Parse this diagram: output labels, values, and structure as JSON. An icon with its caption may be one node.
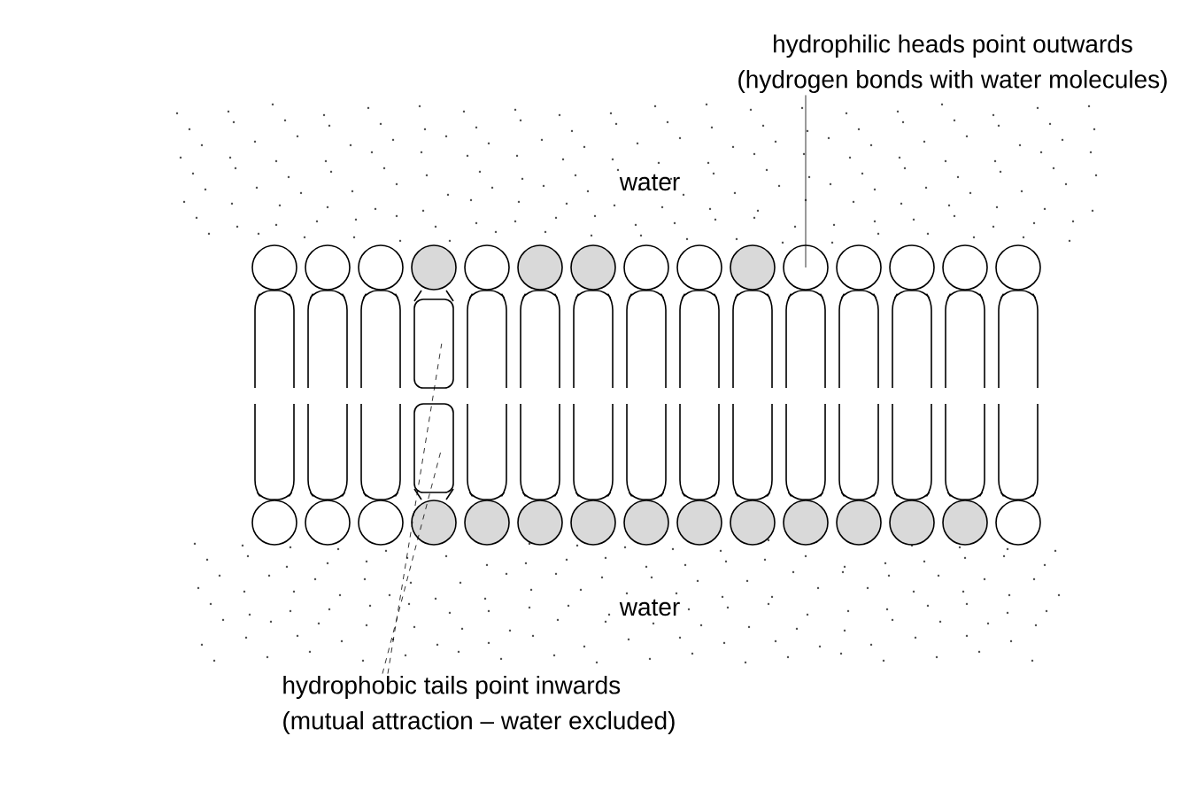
{
  "diagram": {
    "nodes": [
      {
        "text": [
          "hydrophilic heads point outwards",
          "(hydrogen bonds with water molecules)"
        ]
      },
      {
        "text": [],
        "shape": "circle"
      },
      {
        "text": [
          "hydrophobic tails point inwards",
          "(mutual attraction – water excluded)"
        ]
      },
      {
        "text": [],
        "shape": "bar"
      },
      {
        "text": [],
        "shape": "bar"
      }
    ],
    "edges": [
      {
        "from": 0,
        "to": 1,
        "arrow": "none"
      },
      {
        "from": 2,
        "to": 3,
        "arrow": "none",
        "style": "dashed"
      },
      {
        "from": 2,
        "to": 4,
        "arrow": "none",
        "style": "dashed"
      }
    ],
    "labels": [
      "water",
      "water"
    ]
  }
}
